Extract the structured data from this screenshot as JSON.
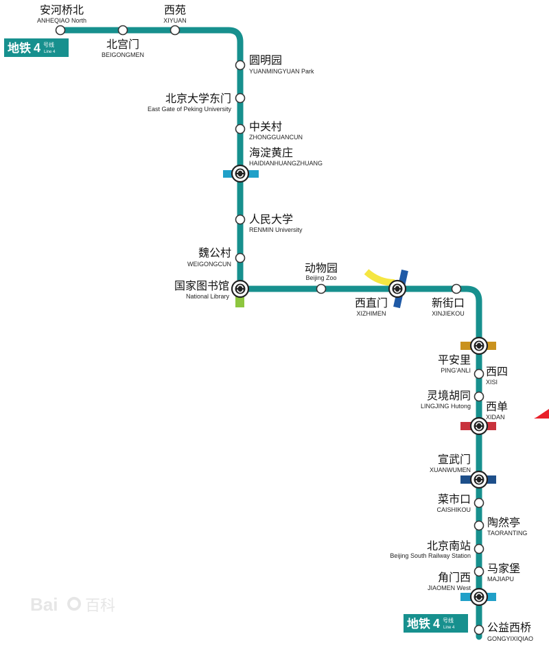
{
  "line": {
    "name_zh": "地铁",
    "number": "4",
    "suffix_zh": "号线",
    "name_en": "Line 4",
    "color": "#17908e"
  },
  "colors": {
    "line4": "#17908e",
    "transfer_light_blue": "#20a0c8",
    "transfer_green": "#8dc63f",
    "transfer_yellow": "#f5e642",
    "transfer_dark_blue": "#1f5aa6",
    "transfer_gold": "#c9921e",
    "transfer_red": "#c8323c",
    "transfer_navy": "#1d4f8a",
    "edge_red": "#e8202a"
  },
  "stations": [
    {
      "zh": "安河桥北",
      "en": "ANHEQIAO North",
      "transfer": false
    },
    {
      "zh": "北宫门",
      "en": "BEIGONGMEN",
      "transfer": false
    },
    {
      "zh": "西苑",
      "en": "XIYUAN",
      "transfer": false
    },
    {
      "zh": "圆明园",
      "en": "YUANMINGYUAN Park",
      "transfer": false
    },
    {
      "zh": "北京大学东门",
      "en": "East Gate of Peking University",
      "transfer": false
    },
    {
      "zh": "中关村",
      "en": "ZHONGGUANCUN",
      "transfer": false
    },
    {
      "zh": "海淀黄庄",
      "en": "HAIDIANHUANGZHUANG",
      "transfer": true
    },
    {
      "zh": "人民大学",
      "en": "RENMIN University",
      "transfer": false
    },
    {
      "zh": "魏公村",
      "en": "WEIGONGCUN",
      "transfer": false
    },
    {
      "zh": "国家图书馆",
      "en": "National Library",
      "transfer": true
    },
    {
      "zh": "动物园",
      "en": "Beijing Zoo",
      "transfer": false
    },
    {
      "zh": "西直门",
      "en": "XIZHIMEN",
      "transfer": true
    },
    {
      "zh": "新街口",
      "en": "XINJIEKOU",
      "transfer": false
    },
    {
      "zh": "平安里",
      "en": "PING'ANLI",
      "transfer": true
    },
    {
      "zh": "西四",
      "en": "XISI",
      "transfer": false
    },
    {
      "zh": "灵境胡同",
      "en": "LINGJING Hutong",
      "transfer": false
    },
    {
      "zh": "西单",
      "en": "XIDAN",
      "transfer": true
    },
    {
      "zh": "宣武门",
      "en": "XUANWUMEN",
      "transfer": true
    },
    {
      "zh": "菜市口",
      "en": "CAISHIKOU",
      "transfer": false
    },
    {
      "zh": "陶然亭",
      "en": "TAORANTING",
      "transfer": false
    },
    {
      "zh": "北京南站",
      "en": "Beijing South Railway Station",
      "transfer": false
    },
    {
      "zh": "马家堡",
      "en": "MAJIAPU",
      "transfer": false
    },
    {
      "zh": "角门西",
      "en": "JIAOMEN West",
      "transfer": true
    },
    {
      "zh": "公益西桥",
      "en": "GONGYIXIQIAO",
      "transfer": false
    }
  ],
  "watermark": {
    "latin": "Bai",
    "zh": "百科"
  }
}
